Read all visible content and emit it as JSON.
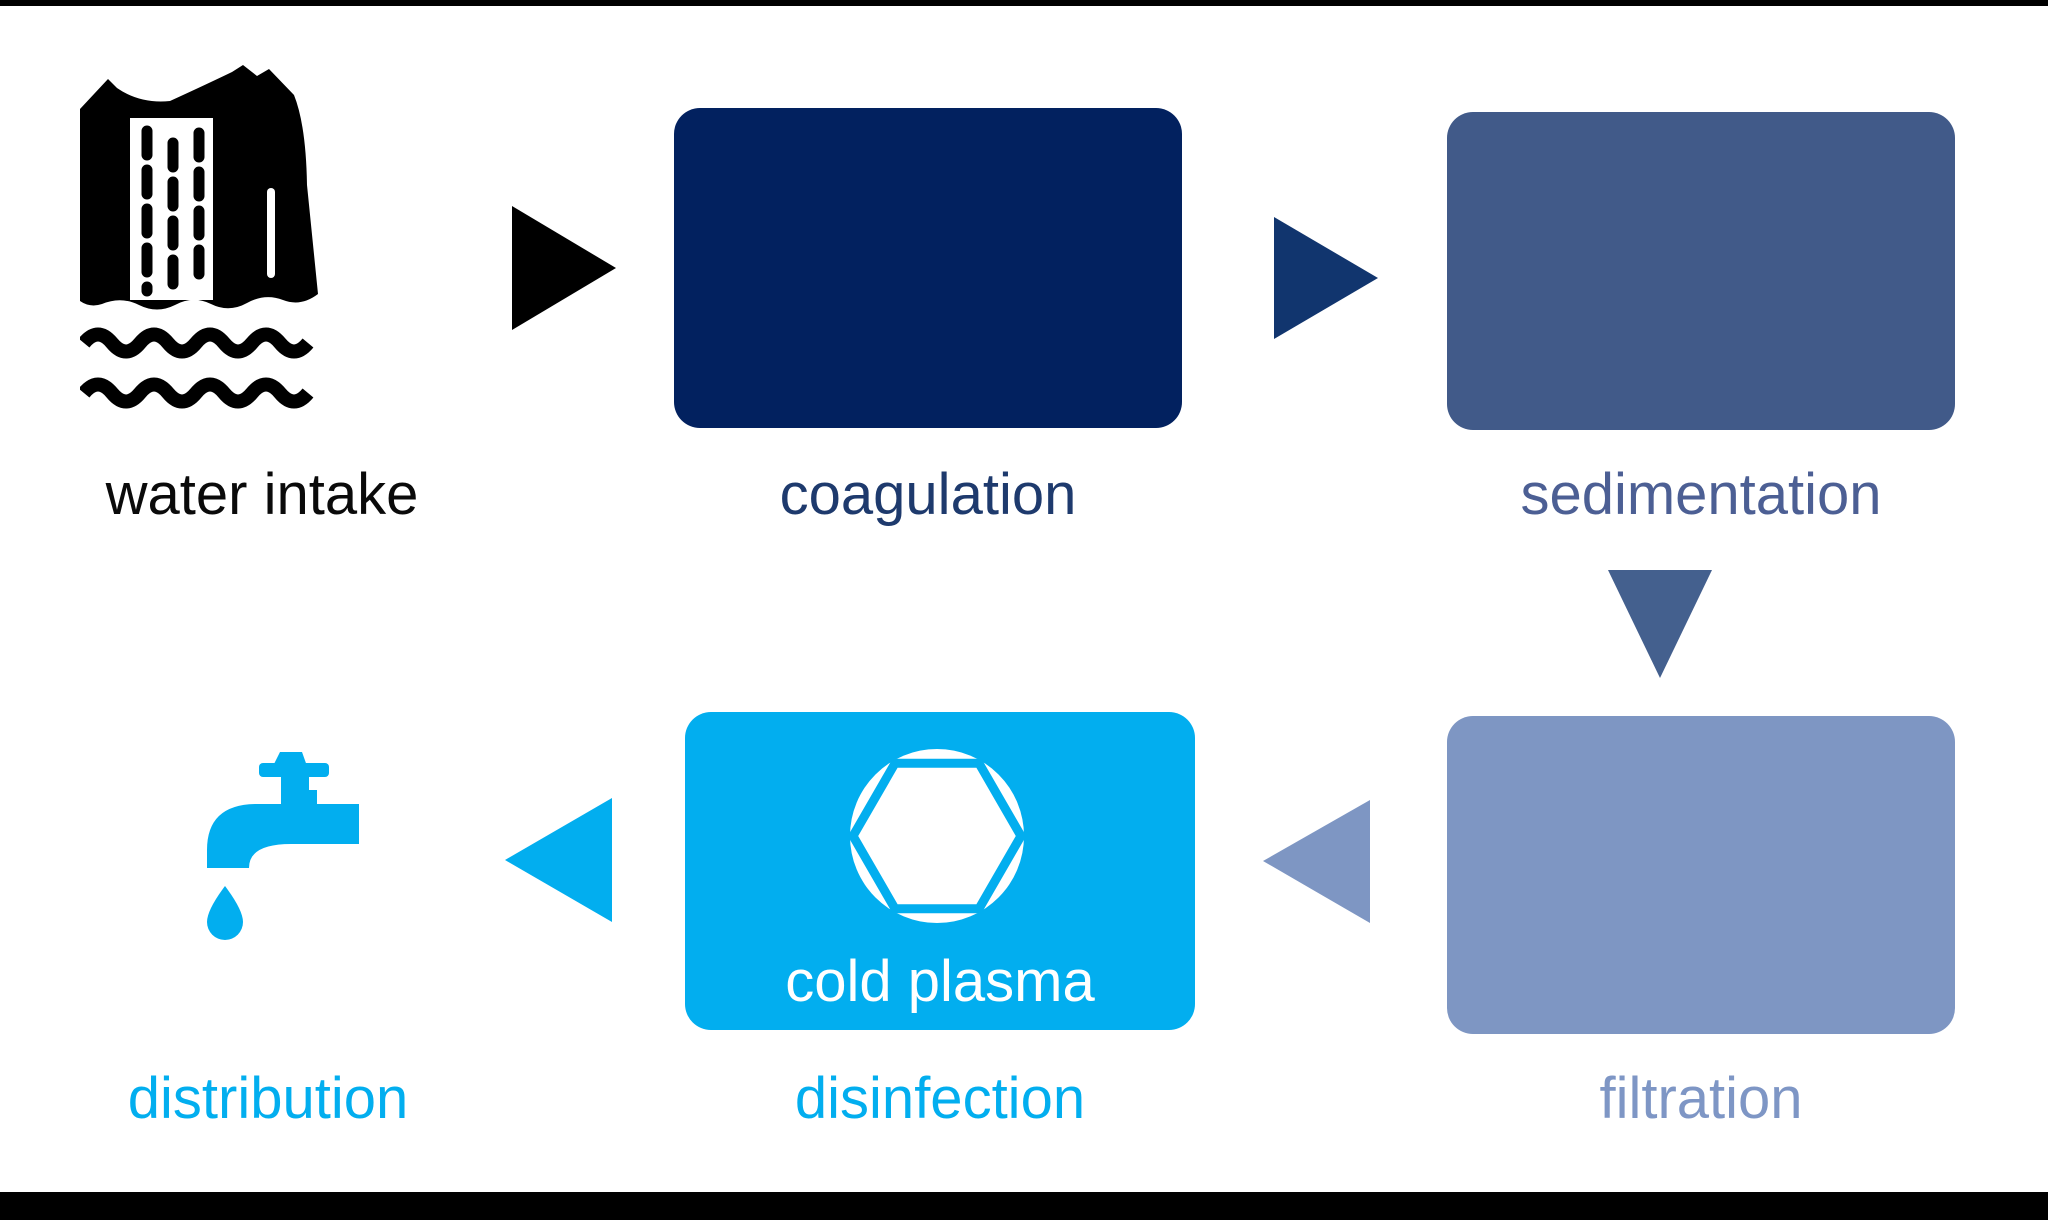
{
  "colors": {
    "background": "#ffffff",
    "border-bar": "#000000",
    "black-text": "#0a0a0a",
    "navy": "#02215f",
    "navy-text": "#1e3a6d",
    "navy-arrow": "#11356e",
    "slate": "#415a89",
    "slate-text": "#4c5f94",
    "slate-arrow": "#44608e",
    "periwinkle": "#7e96c3",
    "periwinkle-text": "#7e96c5",
    "cyan": "#02aeef",
    "white": "#ffffff"
  },
  "stages": [
    {
      "id": "water-intake",
      "label": "water intake",
      "icon": "waterfall-icon"
    },
    {
      "id": "coagulation",
      "label": "coagulation"
    },
    {
      "id": "sedimentation",
      "label": "sedimentation"
    },
    {
      "id": "filtration",
      "label": "filtration"
    },
    {
      "id": "disinfection",
      "label": "disinfection",
      "box_text": "cold plasma",
      "box_icon": "hexagon-ring-icon"
    },
    {
      "id": "distribution",
      "label": "distribution",
      "icon": "faucet-icon"
    }
  ],
  "arrows": [
    {
      "from": "water-intake",
      "to": "coagulation",
      "direction": "right",
      "color": "#000000"
    },
    {
      "from": "coagulation",
      "to": "sedimentation",
      "direction": "right",
      "color": "#11356e"
    },
    {
      "from": "sedimentation",
      "to": "filtration",
      "direction": "down",
      "color": "#44608e"
    },
    {
      "from": "filtration",
      "to": "disinfection",
      "direction": "left",
      "color": "#7e96c3"
    },
    {
      "from": "disinfection",
      "to": "distribution",
      "direction": "left",
      "color": "#02aeef"
    }
  ]
}
